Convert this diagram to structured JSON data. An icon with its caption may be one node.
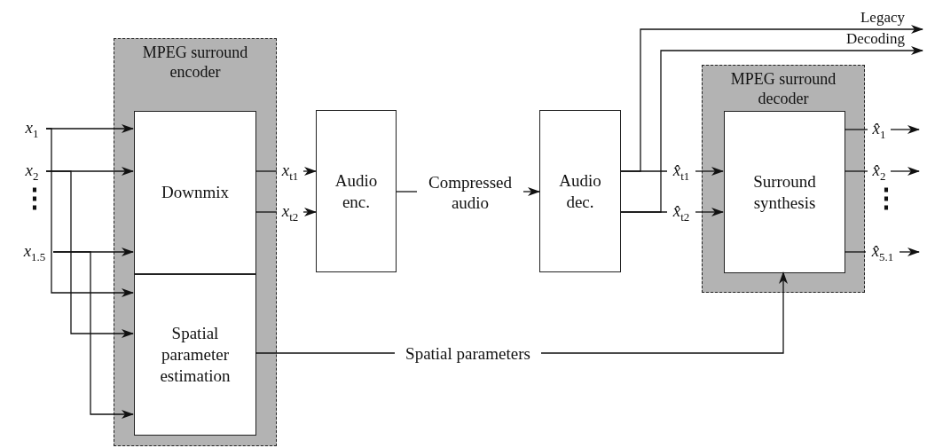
{
  "diagram": {
    "nodes": [
      {
        "text": [
          "MPEG surround encoder"
        ]
      },
      {
        "text": [
          "Downmix"
        ],
        "in": 0
      },
      {
        "text": [
          "Spatial parameter estimation"
        ],
        "in": 0
      },
      {
        "text": [
          "*x*$_{1}$"
        ]
      },
      {
        "text": [
          "*x*$_{2}$"
        ]
      },
      {
        "text": [
          "*x*$_{1.5}$"
        ]
      },
      {
        "text": [
          "Audio enc."
        ]
      },
      {
        "text": [
          "Compressed audio"
        ]
      },
      {
        "text": [
          "Audio dec."
        ]
      },
      {
        "text": [
          "*x*$_{t1}$"
        ]
      },
      {
        "text": [
          "*x*$_{t2}$"
        ]
      },
      {
        "text": [
          "*x̂*$_{t1}$"
        ]
      },
      {
        "text": [
          "*x̂*$_{t2}$"
        ]
      },
      {
        "text": [
          "MPEG surround decoder"
        ]
      },
      {
        "text": [
          "Surround synthesis"
        ],
        "in": 13
      },
      {
        "text": [
          "*x̂*$_{1}$"
        ]
      },
      {
        "text": [
          "*x̂*$_{2}$"
        ]
      },
      {
        "text": [
          "*x̂*$_{5.1}$"
        ]
      },
      {
        "text": [
          "Spatial parameters"
        ]
      }
    ],
    "edges": [
      {
        "from": 3,
        "to": 1,
        "arrow": "to"
      },
      {
        "from": 4,
        "to": 1,
        "arrow": "to"
      },
      {
        "from": 5,
        "to": 1,
        "arrow": "to"
      },
      {
        "from": 3,
        "to": 2,
        "arrow": "to"
      },
      {
        "from": 4,
        "to": 2,
        "arrow": "to"
      },
      {
        "from": 5,
        "to": 2,
        "arrow": "to"
      },
      {
        "from": 1,
        "to": 9,
        "arrow": "none"
      },
      {
        "from": 9,
        "to": 6,
        "arrow": "to"
      },
      {
        "from": 1,
        "to": 10,
        "arrow": "none"
      },
      {
        "from": 10,
        "to": 6,
        "arrow": "to"
      },
      {
        "from": 6,
        "to": 7,
        "arrow": "none"
      },
      {
        "from": 7,
        "to": 8,
        "arrow": "to"
      },
      {
        "from": 8,
        "to": 11,
        "arrow": "none"
      },
      {
        "from": 11,
        "to": 14,
        "arrow": "to"
      },
      {
        "from": 8,
        "to": 12,
        "arrow": "none"
      },
      {
        "from": 12,
        "to": 14,
        "arrow": "to"
      },
      {
        "from": 8,
        "to": null,
        "arrow": "to"
      },
      {
        "from": 8,
        "to": null,
        "arrow": "to"
      },
      {
        "from": 14,
        "to": 15,
        "arrow": "none"
      },
      {
        "from": 15,
        "to": null,
        "arrow": "to"
      },
      {
        "from": 14,
        "to": 16,
        "arrow": "none"
      },
      {
        "from": 16,
        "to": null,
        "arrow": "to"
      },
      {
        "from": 14,
        "to": 17,
        "arrow": "none"
      },
      {
        "from": 17,
        "to": null,
        "arrow": "to"
      },
      {
        "from": 2,
        "to": 18,
        "arrow": "none"
      },
      {
        "from": 18,
        "to": 14,
        "arrow": "to"
      }
    ],
    "labels": [
      "⋮",
      "Legacy Decoding",
      "⋮"
    ]
  }
}
